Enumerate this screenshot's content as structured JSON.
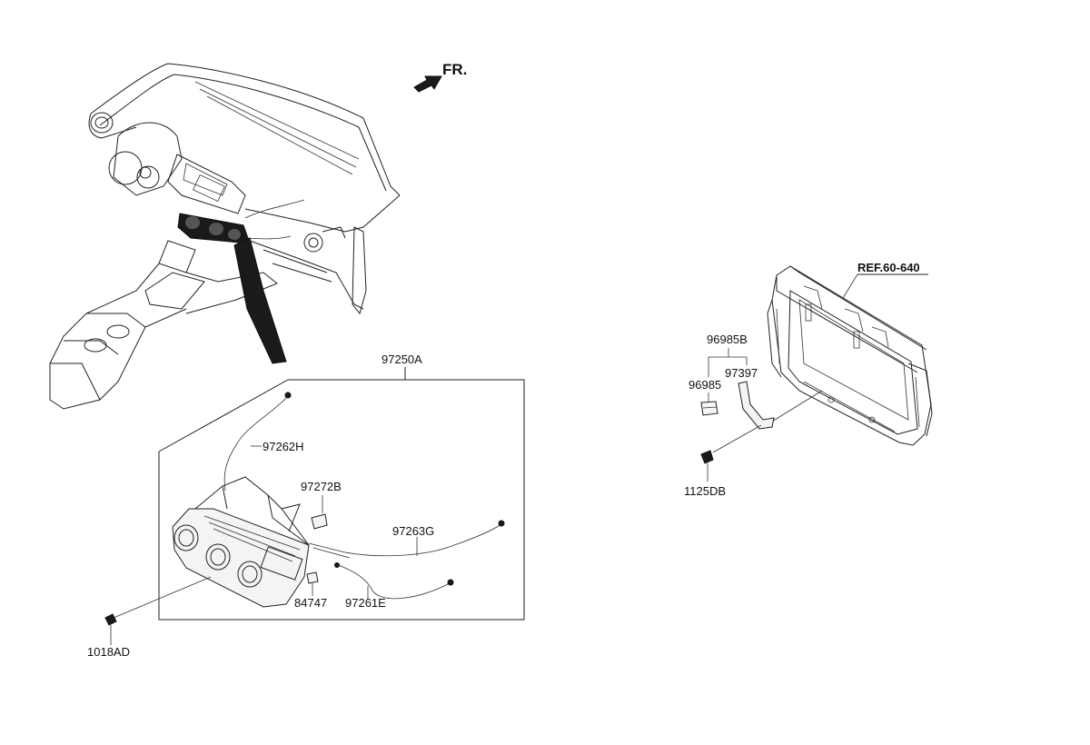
{
  "direction_marker": {
    "label": "FR."
  },
  "reference": {
    "label": "REF.60-640"
  },
  "parts": {
    "assembly": "97250A",
    "cable_upper": "97262H",
    "bulb_socket": "97272B",
    "cable_right": "97263G",
    "lamp": "84747",
    "cable_lower": "97261E",
    "screw": "1018AD",
    "sensor_set": "96985B",
    "sensor": "96985",
    "bracket": "97397",
    "bolt": "1125DB"
  }
}
